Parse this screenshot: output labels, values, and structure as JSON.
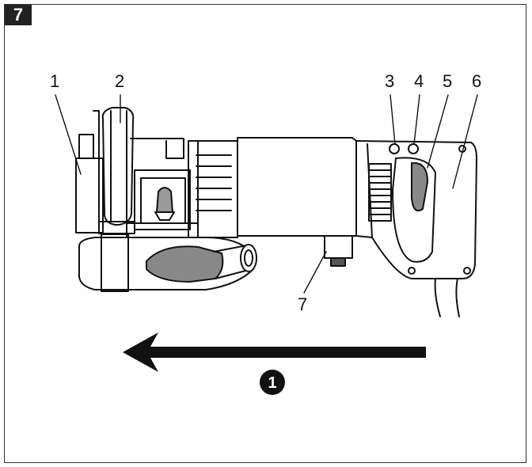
{
  "figure": {
    "badge": "7"
  },
  "callouts": {
    "c1": "1",
    "c2": "2",
    "c3": "3",
    "c4": "4",
    "c5": "5",
    "c6": "6",
    "c7": "7"
  },
  "direction": {
    "step_label": "1"
  }
}
